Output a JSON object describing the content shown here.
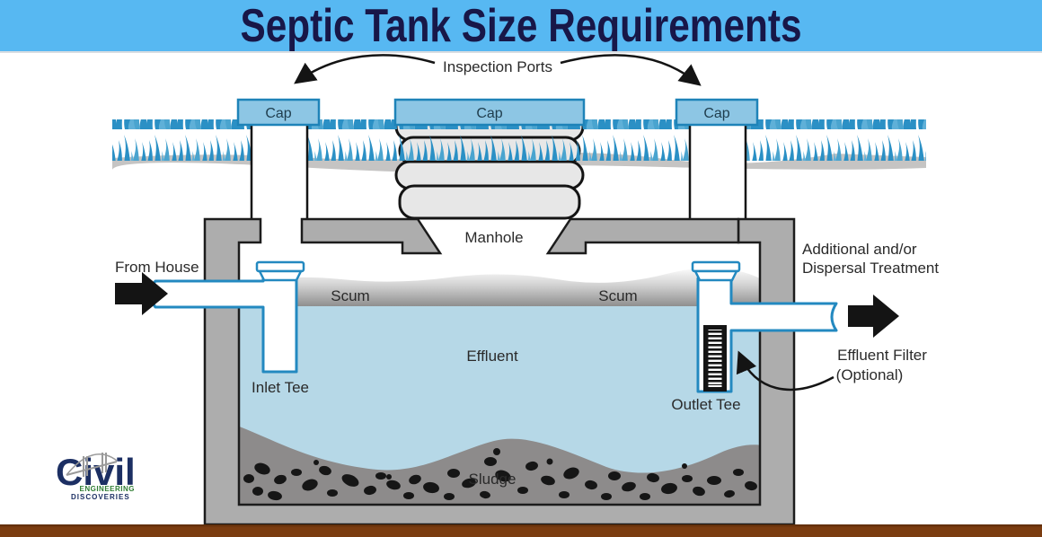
{
  "banner": {
    "title": "Septic Tank Size Requirements"
  },
  "labels": {
    "inspection_ports": "Inspection Ports",
    "cap": "Cap",
    "manhole": "Manhole",
    "from_house": "From House",
    "scum_left": "Scum",
    "scum_right": "Scum",
    "effluent": "Effluent",
    "inlet_tee": "Inlet Tee",
    "outlet_tee": "Outlet Tee",
    "sludge": "Sludge",
    "additional_line1": "Additional and/or",
    "additional_line2": "Dispersal Treatment",
    "effluent_filter_line1": "Effluent Filter",
    "effluent_filter_line2": "(Optional)"
  },
  "logo": {
    "name": "Civil",
    "sub1": "ENGINEERING",
    "sub2": "DISCOVERIES"
  },
  "colors": {
    "banner_bg": "#57b8f2",
    "title_text": "#181748",
    "cap_fill": "#8dc6e4",
    "cap_border": "#1e83b8",
    "pipe_outline": "#2389c0",
    "effluent": "#b6d8e7",
    "tank_wall": "#adadad",
    "sludge": "#8d8b8b",
    "grass": "#2b90c5",
    "ground_band": "#c5c4c3",
    "footer_brown": "#7b3c10",
    "arrow_black": "#141414"
  }
}
